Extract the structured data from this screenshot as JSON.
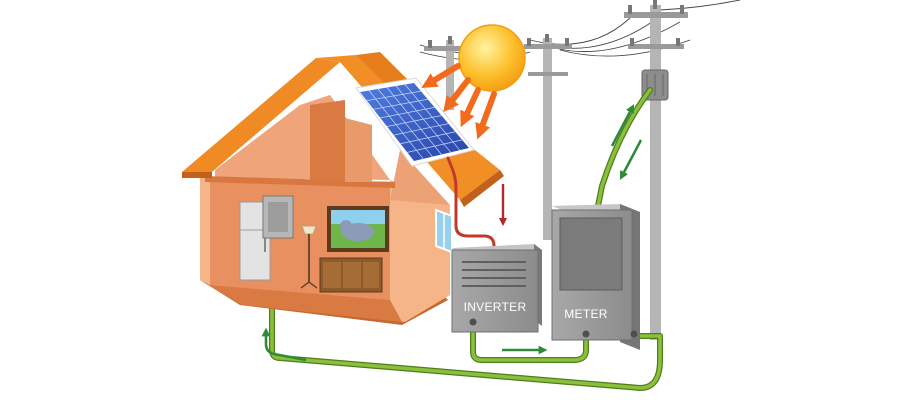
{
  "diagram": {
    "labels": {
      "inverter": "INVERTER",
      "meter": "METER"
    },
    "components": [
      "house",
      "solar-panel",
      "sun",
      "inverter",
      "meter",
      "utility-poles",
      "power-lines"
    ],
    "colors": {
      "sun": "#f8a716",
      "sun_ray_arrows": "#f26b1d",
      "roof": "#f08a24",
      "house_wall": "#f4a777",
      "house_interior": "#e8905f",
      "solar_panel": "#3a5fc8",
      "wire_green": "#8bbf3c",
      "flow_arrow_green": "#2e8b3a",
      "down_arrow_red": "#b0282a",
      "dc_cable_red": "#c0392b",
      "inverter_body": "#9a9a9a",
      "meter_body": "#8f8f8f",
      "pole": "#b5b5b5"
    },
    "flow_arrows": [
      {
        "name": "sun-to-panel",
        "count": 4,
        "color": "#f26b1d"
      },
      {
        "name": "panel-to-inverter",
        "count": 1,
        "color": "#b0282a"
      },
      {
        "name": "inverter-to-meter",
        "count": 1,
        "color": "#2e8b3a"
      },
      {
        "name": "meter-to-grid",
        "count": 2,
        "color": "#2e8b3a"
      },
      {
        "name": "grid-to-house",
        "count": 1,
        "color": "#2e8b3a"
      }
    ]
  }
}
